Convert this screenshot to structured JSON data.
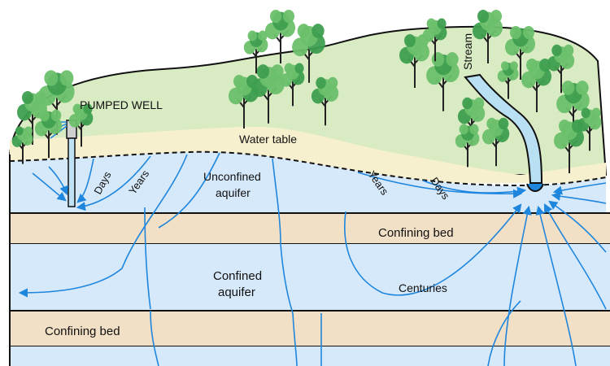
{
  "labels": {
    "pumped_well": "PUMPED WELL",
    "stream": "Stream",
    "water_table": "Water table",
    "unconfined_line1": "Unconfined",
    "unconfined_line2": "aquifer",
    "confining_bed_upper": "Confining bed",
    "confined_line1": "Confined",
    "confined_line2": "aquifer",
    "confining_bed_lower": "Confining bed",
    "days_left": "Days",
    "years_left": "Years",
    "years_right": "Years",
    "days_right": "Days",
    "centuries": "Centuries"
  },
  "colors": {
    "hill": "#d9ebc2",
    "unsaturated": "#f7f0cf",
    "aquifer": "#d6e9fa",
    "confining_bed": "#f1e0c5",
    "flow_line": "#1f86dd",
    "stream_water": "#b9dff2",
    "tree_foliage": "#6cc06c",
    "tree_foliage_dark": "#3e9f4f",
    "trunk": "#222222",
    "outline": "#111111"
  }
}
